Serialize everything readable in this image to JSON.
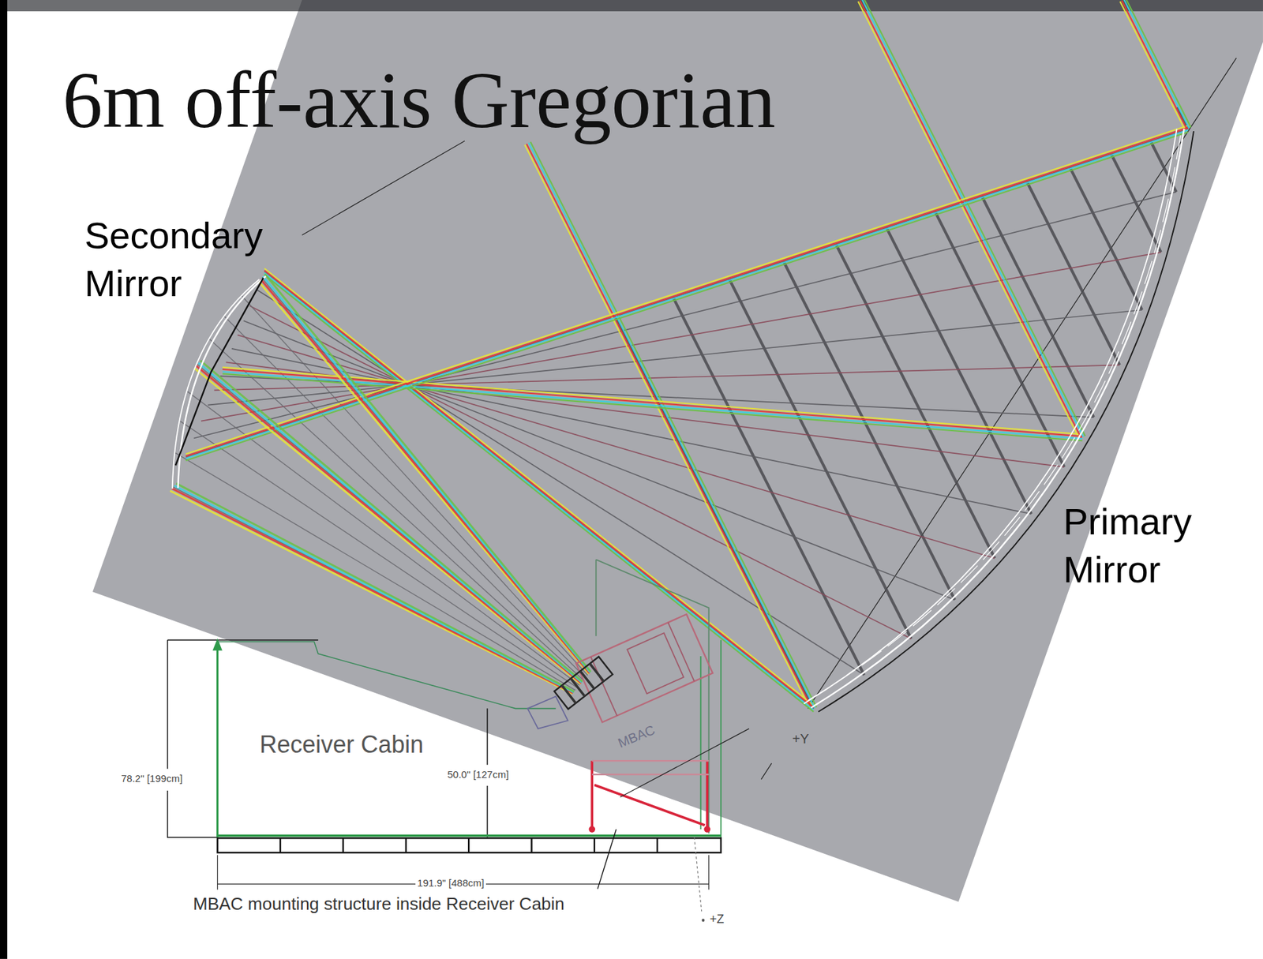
{
  "diagram": {
    "title": "6m off-axis Gregorian",
    "labels": [
      "Secondary Mirror",
      "Primary Mirror",
      "MBAC",
      "Receiver Cabin",
      "78.2\" [199cm]",
      "50.0\" [127cm]",
      "+Y",
      "191.9\" [488cm]",
      "MBAC mounting structure inside Receiver Cabin",
      "+Z"
    ]
  }
}
